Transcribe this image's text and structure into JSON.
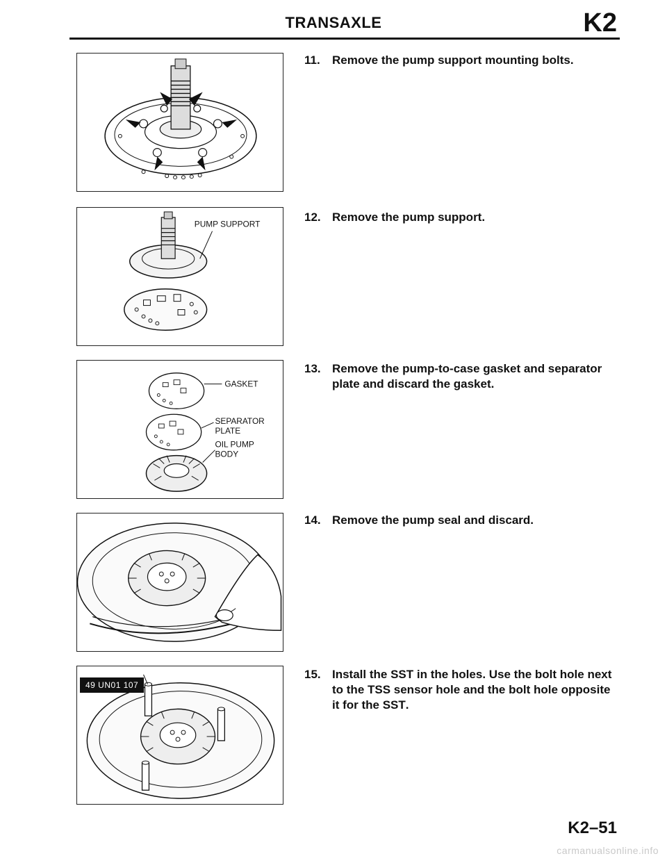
{
  "header": {
    "title": "TRANSAXLE",
    "code": "K2"
  },
  "figures": {
    "fig4": {
      "label_pump_support": "PUMP SUPPORT"
    },
    "fig3": {
      "label_gasket": "GASKET",
      "label_separator_1": "SEPARATOR",
      "label_separator_2": "PLATE",
      "label_oil_pump_1": "OIL PUMP",
      "label_oil_pump_2": "BODY"
    },
    "fig5": {
      "tool_label": "49 UN01 107"
    }
  },
  "steps": [
    {
      "num": "11.",
      "text": "Remove the pump support mounting bolts."
    },
    {
      "num": "12.",
      "text": "Remove the pump support."
    },
    {
      "num": "13.",
      "text": "Remove the pump-to-case gasket and separator plate and discard the gasket."
    },
    {
      "num": "14.",
      "text": "Remove the pump seal and discard."
    },
    {
      "num": "15.",
      "text_parts": [
        "Install the ",
        "SST",
        " in the holes. Use the bolt hole next to the TSS sensor hole and the bolt hole opposite it for the ",
        "SST",
        "."
      ]
    }
  ],
  "footer": {
    "page_number": "K2–51",
    "watermark": "carmanualsonline.info"
  }
}
